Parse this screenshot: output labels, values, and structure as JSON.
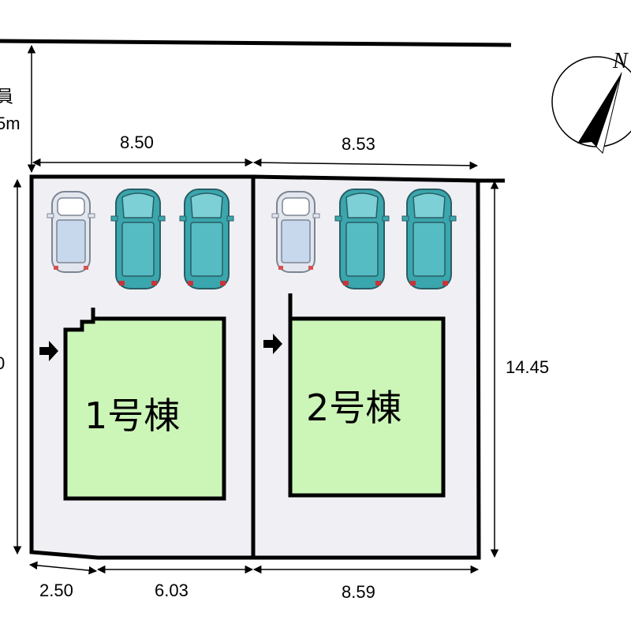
{
  "road": {
    "label_fragment": "員",
    "width_fragment": "5m"
  },
  "compass": {
    "north_letter": "N"
  },
  "dimensions": {
    "top_lot1": "8.50",
    "top_lot2": "8.53",
    "left_side": "0",
    "right_side": "14.45",
    "bottom_a": "2.50",
    "bottom_b": "6.03",
    "bottom_lot2": "8.59"
  },
  "buildings": [
    {
      "label": "1号棟",
      "fill": "#ccf5b8"
    },
    {
      "label": "2号棟",
      "fill": "#ccf5b8"
    }
  ],
  "parking": {
    "lot1": [
      {
        "car": "white-car"
      },
      {
        "car": "teal-car"
      },
      {
        "car": "teal-car"
      }
    ],
    "lot2": [
      {
        "car": "white-car"
      },
      {
        "car": "teal-car"
      },
      {
        "car": "teal-car"
      }
    ]
  },
  "colors": {
    "lot_fill": "#f0f0f4",
    "building_fill": "#ccf5b8",
    "teal_car": "#3aa6ad",
    "white_car": "#e2e6ee"
  }
}
